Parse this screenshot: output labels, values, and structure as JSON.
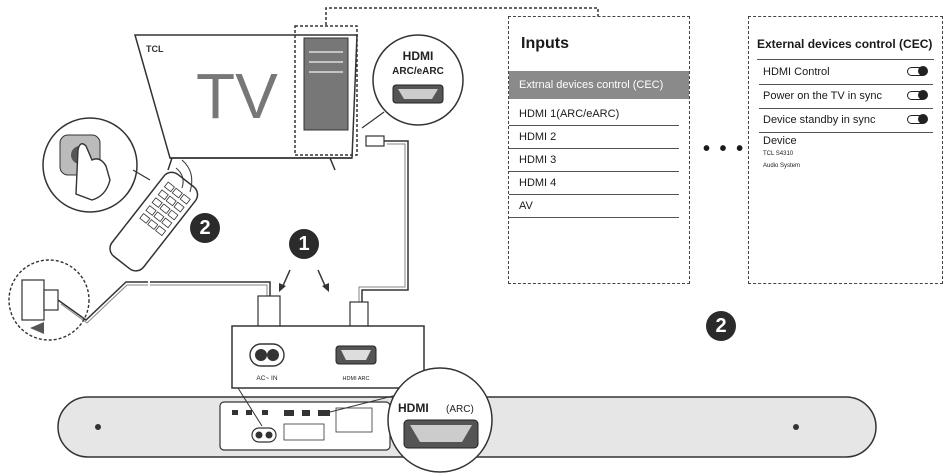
{
  "tv": {
    "brand": "TCL",
    "label": "TV"
  },
  "hdmi_callout_top": {
    "logo": "HDMI",
    "sublabel": "ARC/eARC"
  },
  "hdmi_callout_bottom": {
    "logo": "HDMI",
    "sublabel": "(ARC)"
  },
  "steps": {
    "one": "1",
    "two_left": "2",
    "two_right": "2"
  },
  "soundbar_panel": {
    "ac_in": "AC~ IN",
    "hdmi_arc": "HDMI ARC"
  },
  "inputs_menu": {
    "title": "Inputs",
    "items": [
      {
        "label": "Extrnal devices control (CEC)",
        "selected": true
      },
      {
        "label": "HDMI 1(ARC/eARC)",
        "selected": false
      },
      {
        "label": "HDMI 2",
        "selected": false
      },
      {
        "label": "HDMI 3",
        "selected": false
      },
      {
        "label": "HDMI 4",
        "selected": false
      },
      {
        "label": "AV",
        "selected": false
      }
    ]
  },
  "ellipsis": "• • •",
  "cec_panel": {
    "title": "External devices control (CEC)",
    "rows": [
      {
        "label": "HDMI Control",
        "toggle_on": true
      },
      {
        "label": "Power on the TV in sync",
        "toggle_on": true
      },
      {
        "label": "Device standby in sync",
        "toggle_on": true
      }
    ],
    "device_label": "Device",
    "device_name": "TCL S4310",
    "device_type": "Audio System"
  },
  "colors": {
    "line": "#333333",
    "menu_selected": "#8a8a8a",
    "badge": "#2b2b2b",
    "soundbar": "#e6e6e6"
  }
}
